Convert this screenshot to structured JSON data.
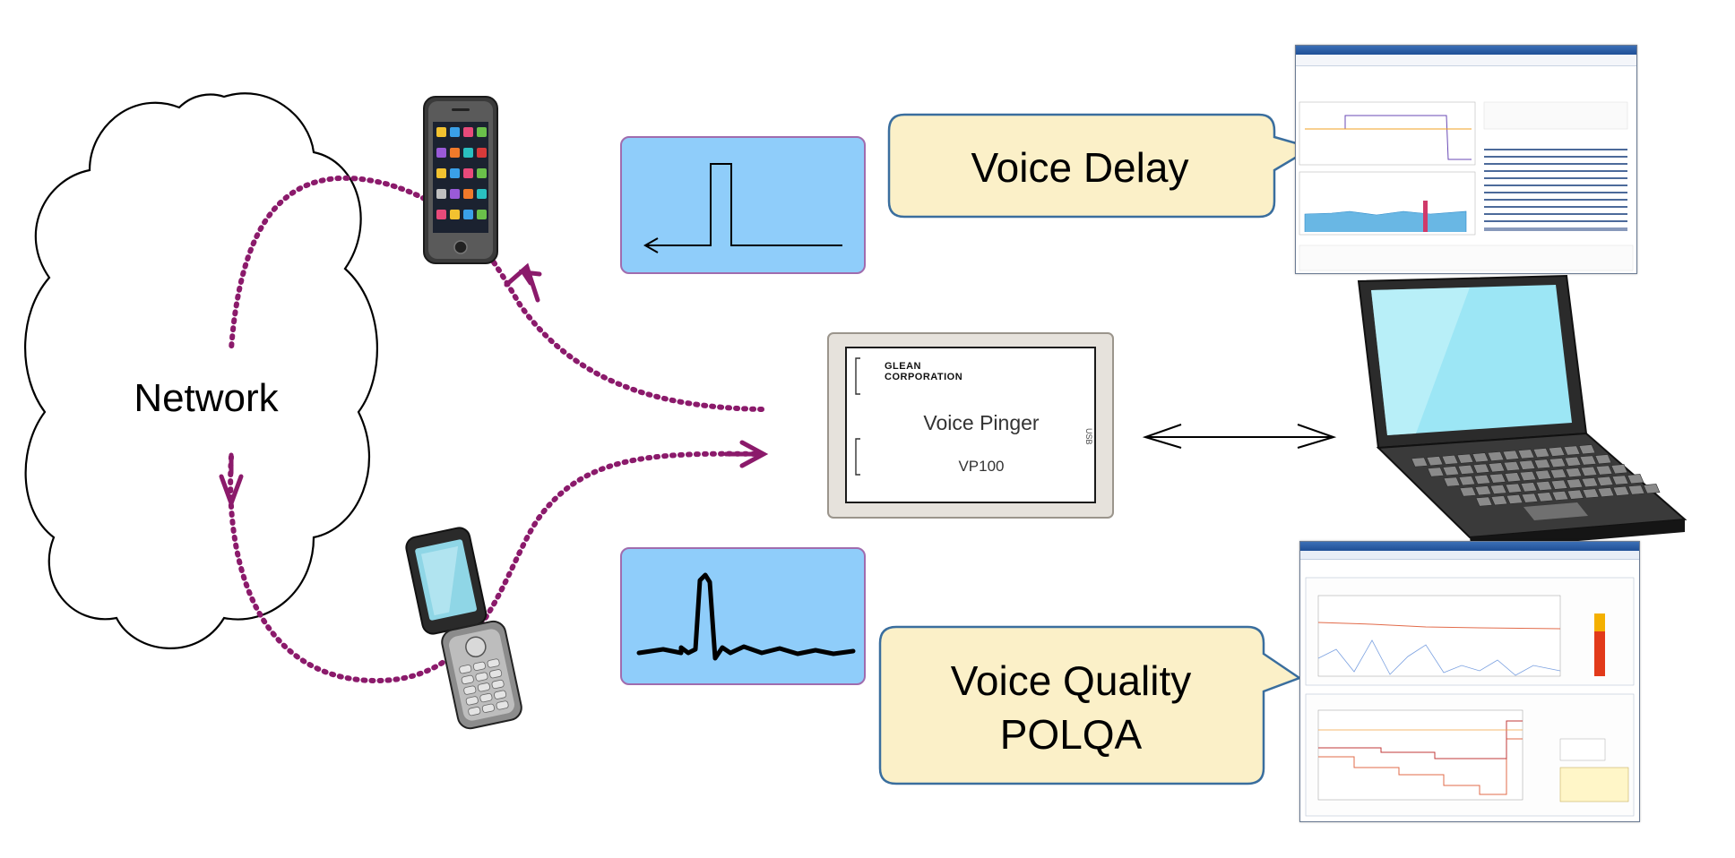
{
  "cloud": {
    "label": "Network"
  },
  "device": {
    "brand_logo": "GLEAN CORPORATION",
    "name": "Voice Pinger",
    "model": "VP100"
  },
  "callouts": {
    "delay": {
      "label": "Voice Delay"
    },
    "quality": {
      "line1": "Voice Quality",
      "line2": "POLQA"
    }
  },
  "colors": {
    "signal_path": "#8b1a6b",
    "waveform_panel": "#8fcdfa",
    "callout_fill": "#fbf0c8",
    "callout_border": "#3a6e9e"
  },
  "icons": {
    "smartphone": "smartphone-icon",
    "flip_phone": "flip-phone-icon",
    "laptop": "laptop-icon"
  }
}
